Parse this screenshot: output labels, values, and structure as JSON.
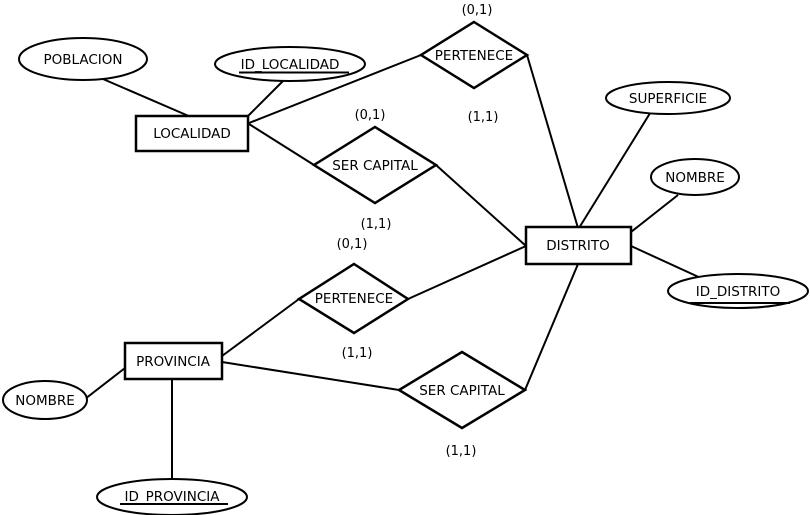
{
  "diagram_type": "entity-relationship",
  "colors": {
    "stroke": "#000000",
    "background": "#ffffff",
    "shape_fill": "#ffffff"
  },
  "entities": {
    "localidad": {
      "label": "LOCALIDAD"
    },
    "distrito": {
      "label": "DISTRITO"
    },
    "provincia": {
      "label": "PROVINCIA"
    }
  },
  "relationships": {
    "pertenece_localidad_distrito": {
      "label": "PERTENECE"
    },
    "ser_capital_localidad_distrito": {
      "label": "SER CAPITAL"
    },
    "pertenece_provincia_distrito": {
      "label": "PERTENECE"
    },
    "ser_capital_provincia_distrito": {
      "label": "SER CAPITAL"
    }
  },
  "attributes": {
    "poblacion": {
      "label": "POBLACION",
      "primary_key": false,
      "owner": "localidad"
    },
    "id_localidad": {
      "label": "ID_LOCALIDAD",
      "primary_key": true,
      "owner": "localidad"
    },
    "superficie": {
      "label": "SUPERFICIE",
      "primary_key": false,
      "owner": "distrito"
    },
    "nombre_distrito": {
      "label": "NOMBRE",
      "primary_key": false,
      "owner": "distrito"
    },
    "id_distrito": {
      "label": "ID_DISTRITO",
      "primary_key": true,
      "owner": "distrito"
    },
    "nombre_provincia": {
      "label": "NOMBRE",
      "primary_key": false,
      "owner": "provincia"
    },
    "id_provincia": {
      "label": "ID_PROVINCIA",
      "primary_key": true,
      "owner": "provincia"
    }
  },
  "cardinalities": {
    "localidad_pertenece_top": "(0,1)",
    "pertenece_top_distrito": "(1,1)",
    "localidad_ser_capital_mid": "(0,1)",
    "ser_capital_mid_distrito": "(1,1)",
    "distrito_pertenece_bottom": "(0,1)",
    "pertenece_bottom_provincia": "(1,1)",
    "ser_capital_bottom_provincia": "(1,1)"
  }
}
